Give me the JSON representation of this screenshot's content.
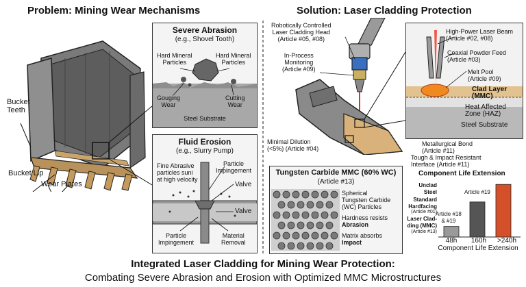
{
  "titles": {
    "problem": "Problem: Mining Wear Mechanisms",
    "solution": "Solution: Laser Cladding Protection"
  },
  "bucket": {
    "teeth": "Bucket\nTeeth",
    "lip": "Bucket Lip",
    "plates": "Wear Plates"
  },
  "abrasion": {
    "title": "Severe Abrasion",
    "subtitle": "(e.g., Shovel Tooth)",
    "particles_left": "Hard Mineral\nParticles",
    "particles_right": "Hard Mineral\nParticles",
    "gouging": "Gouging\nWear",
    "cutting": "Cutting\nWear",
    "substrate": "Steel Substrate"
  },
  "erosion": {
    "title": "Fluid Erosion",
    "subtitle": "(e.g., Slurry Pump)",
    "fine": "Fine Abrasive\nparticles suni\nat high velocity",
    "impingement_top": "Particle\nImpingement",
    "valve_top": "Valve",
    "valve_mid": "Valve",
    "impingement_bot": "Particle\nImpingement",
    "removal": "Material\nRemoval"
  },
  "head": {
    "head": "Robotically Controlled\nLaser Cladding Head\n(Article #05, #08)",
    "monitor": "In-Process\nMonitoring\n(Article #09)",
    "dilution": "Minimal Dilution\n(<5%) (Article #04)"
  },
  "detail": {
    "beam": "High-Power Laser Beam\n(Article #02, #08)",
    "powder": "Coaxial Powder Feed\n(Article #03)",
    "pool": "Melt Pool\n(Article #09)",
    "clad": "Clad Layer\n(MMC)",
    "haz": "Heat Affected\nZone (HAZ)",
    "substrate": "Steel Substrate",
    "bond": "Metallurgical Bond\n(Article #11)",
    "interface": "Tough & Impact Resistant\nInterface (Article #11)"
  },
  "mmc": {
    "title": "Tungsten Carbide MMC (60% WC)",
    "subtitle": "(Article #13)",
    "spherical": "Spherical\nTungsten Carbide\n(WC) Particles",
    "hardness_a": "Hardness resists",
    "hardness_b": "Abrasion",
    "matrix_a": "Matrix absorbs",
    "matrix_b": "Impact"
  },
  "chart_data": {
    "type": "bar",
    "title": "Component Life Extension",
    "xlabel": "Component Life Extension",
    "categories": [
      "48h",
      "160h",
      ">240h"
    ],
    "values": [
      48,
      160,
      240
    ],
    "ylim": [
      0,
      250
    ],
    "colors": [
      "#9a9a9a",
      "#555555",
      "#d4502a"
    ],
    "row_labels": [
      {
        "name": "Unclad\nSteel",
        "note": ""
      },
      {
        "name": "Standard\nHardfacing",
        "note": "(Article #01)"
      },
      {
        "name": "Laser Clad-\nding (MMC)",
        "note": "(Article #13)"
      }
    ],
    "bar_notes": [
      "Article #18\n& #19",
      "",
      "Article #19"
    ]
  },
  "footer": {
    "line1": "Integrated Laser Cladding for Mining Wear Protection:",
    "line2": "Combating Severe Abrasion and Erosion with Optimized MMC Microstructures"
  }
}
